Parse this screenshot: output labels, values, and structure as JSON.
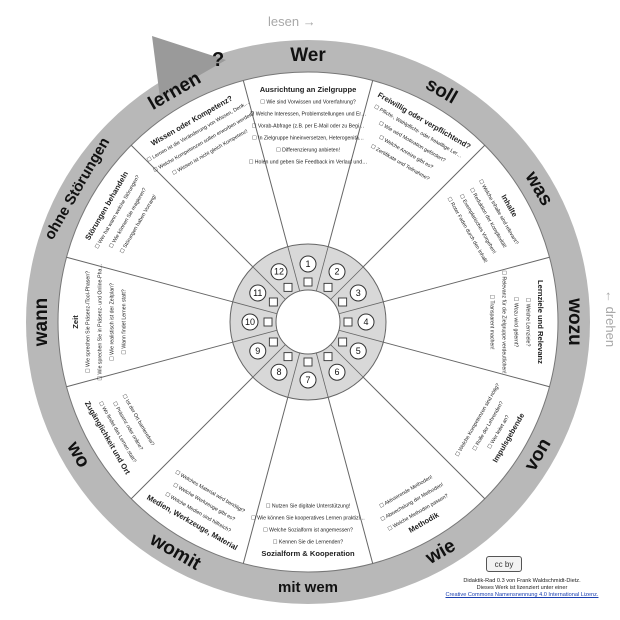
{
  "title": "Didaktik-Rad 0.3",
  "question_mark": "?",
  "hints": {
    "read": "lesen →",
    "rotate": "← drehen"
  },
  "sectors": [
    {
      "word": "Wer"
    },
    {
      "word": "soll"
    },
    {
      "word": "was"
    },
    {
      "word": "wozu"
    },
    {
      "word": "von"
    },
    {
      "word": "wie"
    },
    {
      "word": "mit wem"
    },
    {
      "word": "womit"
    },
    {
      "word": "wo"
    },
    {
      "word": "wann"
    },
    {
      "word": "ohne Störungen"
    },
    {
      "word": "lernen"
    }
  ],
  "topics": [
    {
      "title": "Ausrichtung an Zielgruppe",
      "items": [
        "Wie sind Vorwissen und Vorerfahrung?",
        "Welche Interessen, Problemstellungen und Erwartungen gibt es?",
        "Vorab-Abfrage (z.B. per E-Mail oder zu Beginn)!",
        "In Zielgruppe hineinversetzen, Heterogenität beachten!",
        "Differenzierung anbieten!",
        "Holen und geben Sie Feedback im Verlauf und am Ende!"
      ]
    },
    {
      "title": "Freiwillig oder verpflichtend?",
      "items": [
        "Pflicht-, Wahlpflicht- oder freiwillige Lernangebote?",
        "Wie wird Motivation gefördert?",
        "Welche Anreize gibt es?",
        "Zertifikate und Teilnahme?"
      ]
    },
    {
      "title": "Inhalte",
      "items": [
        "Welche Inhalte sind relevant?",
        "Reduktion der Komplexität!",
        "Exemplarisches Vorgehen!",
        "Roter Faden durch den Inhalt!"
      ]
    },
    {
      "title": "Lernziele und Relevanz",
      "items": [
        "Welche Lernziele?",
        "Wozu wird gelernt?",
        "Relevanz für die Zielgruppe verdeutlichen!",
        "Transparent machen!"
      ]
    },
    {
      "title": "Impulsgebende",
      "items": [
        "Wer leitet an?",
        "Rolle der Lehrenden?",
        "Welche Kompetenzen sind nötig?"
      ]
    },
    {
      "title": "Methodik",
      "items": [
        "Welche Methoden passen?",
        "Abwechslung der Methoden!",
        "Aktivierende Methoden!"
      ]
    },
    {
      "title": "Sozialform & Kooperation",
      "items": [
        "Kennen Sie die Lernenden?",
        "Welche Sozialform ist angemessen?",
        "Wie können Sie kooperatives Lernen praktizieren?",
        "Nutzen Sie digitale Unterstützung!"
      ]
    },
    {
      "title": "Medien, Werkzeuge, Material",
      "items": [
        "Welche Medien sind hilfreich?",
        "Welche Werkzeuge gibt es?",
        "Welches Material wird benötigt?"
      ]
    },
    {
      "title": "Zugänglichkeit und Ort",
      "items": [
        "Wo findet das Lernen statt?",
        "Präsenz oder online?",
        "Ist der Ort barrierefrei?"
      ]
    },
    {
      "title": "Zeit",
      "items": [
        "Wie sprechen Sie Präsenz-/Tool-Phasen?",
        "Wie sprechen Sie in Präsenz- und Online-Phasen?",
        "Wie realistisch ist der Zeitplan?",
        "Wann findet Lernen statt?"
      ]
    },
    {
      "title": "Störungen behandeln",
      "items": [
        "Wer hat wann welche Störungen?",
        "Wie können Sie reagieren?",
        "Störungen haben Vorrang!"
      ]
    },
    {
      "title": "Wissen oder Kompetenz?",
      "items": [
        "Lernen ist die Veränderung von Wissen, Denken oder Können!",
        "Welche Kompetenzen sollen erworben werden?",
        "Wissen ist nicht gleich Kompetenz!"
      ]
    }
  ],
  "numbers": [
    "1",
    "2",
    "3",
    "4",
    "5",
    "6",
    "7",
    "8",
    "9",
    "10",
    "11",
    "12"
  ],
  "license": {
    "badge": "cc by",
    "line1": "Didaktik-Rad 0.3 von Frank Waldschmidt-Dietz.",
    "line2": "Dieses Werk ist lizenziert unter einer",
    "link": "Creative Commons Namensnennung 4.0 International Lizenz."
  },
  "colors": {
    "ring": "#b8b8b8",
    "arrow": "#9a9a9a",
    "hub": "#d8d8d8",
    "line": "#666666"
  }
}
